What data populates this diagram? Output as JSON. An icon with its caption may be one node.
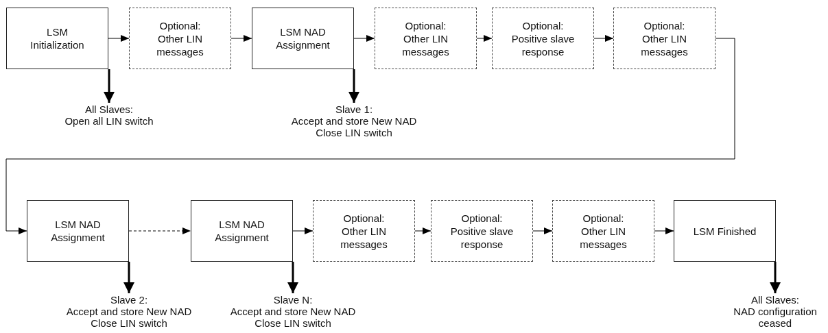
{
  "diagram": {
    "nodes": [
      {
        "text": [
          "LSM Initialization"
        ]
      },
      {
        "text": [
          "Optional:",
          "Other LIN messages"
        ]
      },
      {
        "text": [
          "LSM NAD Assignment"
        ]
      },
      {
        "text": [
          "Optional:",
          "Other LIN messages"
        ]
      },
      {
        "text": [
          "Optional:",
          "Positive slave response"
        ]
      },
      {
        "text": [
          "Optional:",
          "Other LIN messages"
        ]
      },
      {
        "text": [
          "All Slaves:",
          "Open all LIN switch"
        ]
      },
      {
        "text": [
          "Slave 1:",
          "Accept and store New NAD",
          "Close LIN switch"
        ]
      },
      {
        "text": [
          "LSM NAD Assignment"
        ]
      },
      {
        "text": [
          "LSM NAD Assignment"
        ]
      },
      {
        "text": [
          "Optional:",
          "Other LIN messages"
        ]
      },
      {
        "text": [
          "Optional:",
          "Positive slave response"
        ]
      },
      {
        "text": [
          "Optional:",
          "Other LIN messages"
        ]
      },
      {
        "text": [
          "LSM Finished"
        ]
      },
      {
        "text": [
          "Slave 2:",
          "Accept and store New NAD",
          "Close LIN switch"
        ]
      },
      {
        "text": [
          "Slave N:",
          "Accept and store New NAD",
          "Close LIN switch"
        ]
      },
      {
        "text": [
          "All Slaves:",
          "NAD configuration ceased"
        ]
      }
    ],
    "edges": [
      {
        "from": 0,
        "to": 1,
        "arrow": "to"
      },
      {
        "from": 1,
        "to": 2,
        "arrow": "to"
      },
      {
        "from": 2,
        "to": 3,
        "arrow": "to"
      },
      {
        "from": 3,
        "to": 4,
        "arrow": "to"
      },
      {
        "from": 4,
        "to": 5,
        "arrow": "to"
      },
      {
        "from": 5,
        "to": 8,
        "arrow": "to"
      },
      {
        "from": 8,
        "to": 9,
        "arrow": "to",
        "style": "dashed"
      },
      {
        "from": 9,
        "to": 10,
        "arrow": "to"
      },
      {
        "from": 10,
        "to": 11,
        "arrow": "to"
      },
      {
        "from": 11,
        "to": 12,
        "arrow": "to"
      },
      {
        "from": 12,
        "to": 13,
        "arrow": "to"
      },
      {
        "from": 0,
        "to": 6,
        "arrow": "to",
        "style": "thick"
      },
      {
        "from": 2,
        "to": 7,
        "arrow": "to",
        "style": "thick"
      },
      {
        "from": 8,
        "to": 14,
        "arrow": "to",
        "style": "thick"
      },
      {
        "from": 9,
        "to": 15,
        "arrow": "to",
        "style": "thick"
      },
      {
        "from": 13,
        "to": 16,
        "arrow": "to",
        "style": "thick"
      }
    ]
  }
}
